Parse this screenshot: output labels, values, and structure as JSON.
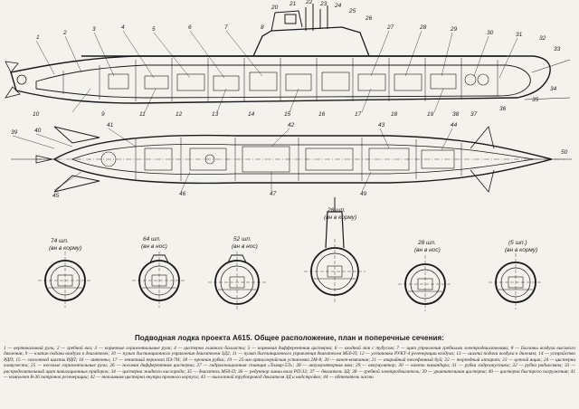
{
  "figure": {
    "caption": "Подводная лодка проекта А615. Общее расположение, план и поперечные сечения:",
    "legend": "1 — вертикальный руль; 2 — гребной вал; 3 — кормовые горизонтальные рули; 4 — цистерна главного балласта; 5 — кормовая дифферентная цистерна; 6 — входной люк с тубусом; 7 — щит управления гребными электродвигателями; 8 — баллоны воздуха высокого давления; 9 — клапан подачи воздуха к двигателю; 10 — пульт дистанционного управления двигателем ЗД2; 11 — пульт дистанционного управления двигателем М50-П; 12 — установка РУКТ-4 регенерации воздуха; 13 — шахта подачи воздуха к дизелям; 14 — устройство РДП; 15 — газоотвод шахты РДП; 16 — антенны; 17 — зенитный перископ ПЗ-7Н; 18 — прочная рубка; 19 — 25-мм артиллерийская установка 2М-8; 20 — кают-компания; 21 — аварийный телефонный буй; 22 — торпедный аппарат; 23 — цепной ящик; 24 — цистерна плавучести; 25 — носовые горизонтальные рули; 26 — носовая дифферентная цистерна; 27 — гидролокационная станция «Тамир-5Л»; 28 — аккумуляторная яма; 29 — аккумулятор; 30 — каюта командира; 31 — рубка гидроакустика; 32 — рубка радиосвязи; 33 — распределительный щит навигационных приборов; 34 — цистерна жидкого кислорода; 35 — двигатель М50-П; 36 — редуктор линии вала РП-32; 37 — двигатель ЗД; 38 — гребной электродвигатель; 39 — уравнительная цистерна; 40 — цистерна быстрого погружения; 41 — комплект В-36 патронов регенерации; 42 — топливная цистерна внутри прочного корпуса; 43 — выхлопной трубопровод двигателя ЗД и надстройке; 44 — обтекатель части"
  },
  "profile_numbers": [
    "10",
    "1",
    "2",
    "3",
    "4",
    "5",
    "6",
    "7",
    "8",
    "9",
    "11",
    "12",
    "13",
    "14",
    "15",
    "16",
    "17",
    "18",
    "19",
    "20",
    "21",
    "22",
    "23",
    "24",
    "25",
    "26",
    "27",
    "28",
    "29",
    "30",
    "31",
    "32",
    "33",
    "34",
    "35",
    "36",
    "37",
    "38",
    "39",
    "40",
    "41",
    "42",
    "43",
    "44",
    "45",
    "46",
    "47",
    "49",
    "50"
  ],
  "sections": [
    {
      "label": "74 шп.",
      "sub": "(вн в корму)"
    },
    {
      "label": "64 шп.",
      "sub": "(вн в нос)"
    },
    {
      "label": "52 шп.",
      "sub": "(вн в нос)"
    },
    {
      "label": "26 шп.",
      "sub": "(вн в корму)"
    },
    {
      "label": "28 шп.",
      "sub": "(вн в нос)"
    },
    {
      "label": "(5 шп.)",
      "sub": "(вн в корму)"
    }
  ],
  "colors": {
    "ink": "#1a1a1a",
    "paper": "#f4f2ec"
  }
}
